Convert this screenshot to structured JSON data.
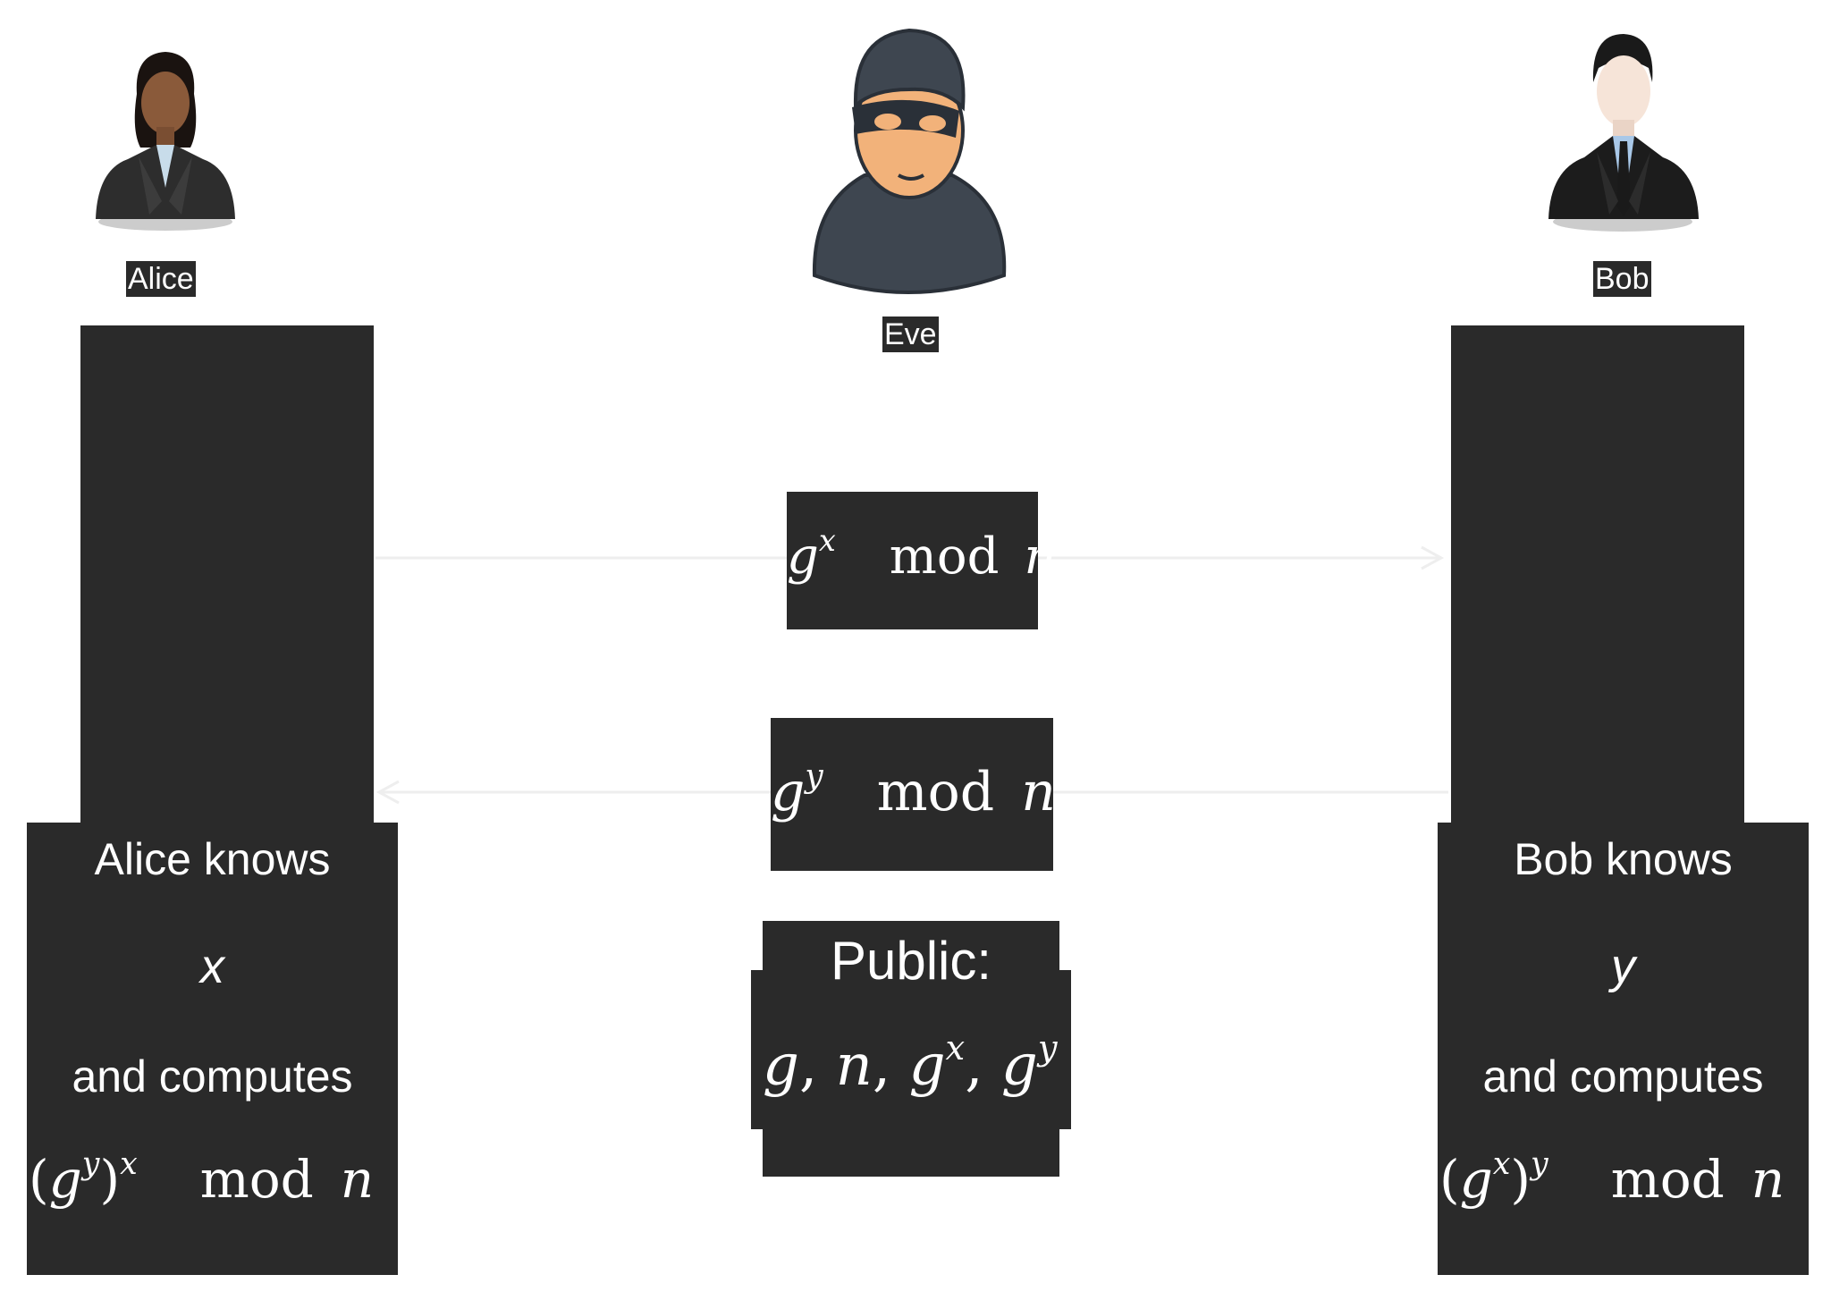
{
  "participants": {
    "alice": {
      "label": "Alice"
    },
    "eve": {
      "label": "Eve"
    },
    "bob": {
      "label": "Bob"
    }
  },
  "messages": {
    "to_bob": {
      "base": "g",
      "exp": "x",
      "op": "mod",
      "mod": "n"
    },
    "to_alice": {
      "base": "g",
      "exp": "y",
      "op": "mod",
      "mod": "n"
    }
  },
  "public_box": {
    "title": "Public:",
    "values": {
      "g": "g",
      "n": "n",
      "gx_base": "g",
      "gx_exp": "x",
      "gy_base": "g",
      "gy_exp": "y"
    }
  },
  "alice_panel": {
    "knows_text": "Alice knows",
    "secret": "x",
    "computes_text": "and computes",
    "formula": {
      "inner_base": "g",
      "inner_exp": "y",
      "outer_exp": "x",
      "op": "mod",
      "mod": "n"
    }
  },
  "bob_panel": {
    "knows_text": "Bob knows",
    "secret": "y",
    "computes_text": "and computes",
    "formula": {
      "inner_base": "g",
      "inner_exp": "x",
      "outer_exp": "y",
      "op": "mod",
      "mod": "n"
    }
  },
  "colors": {
    "box_fill": "#2a2a2a",
    "arrow": "#eeeeee",
    "text": "#ffffff",
    "background": "#ffffff"
  },
  "icons": {
    "alice": "businesswoman-avatar-icon",
    "eve": "masked-thief-avatar-icon",
    "bob": "businessman-avatar-icon"
  }
}
